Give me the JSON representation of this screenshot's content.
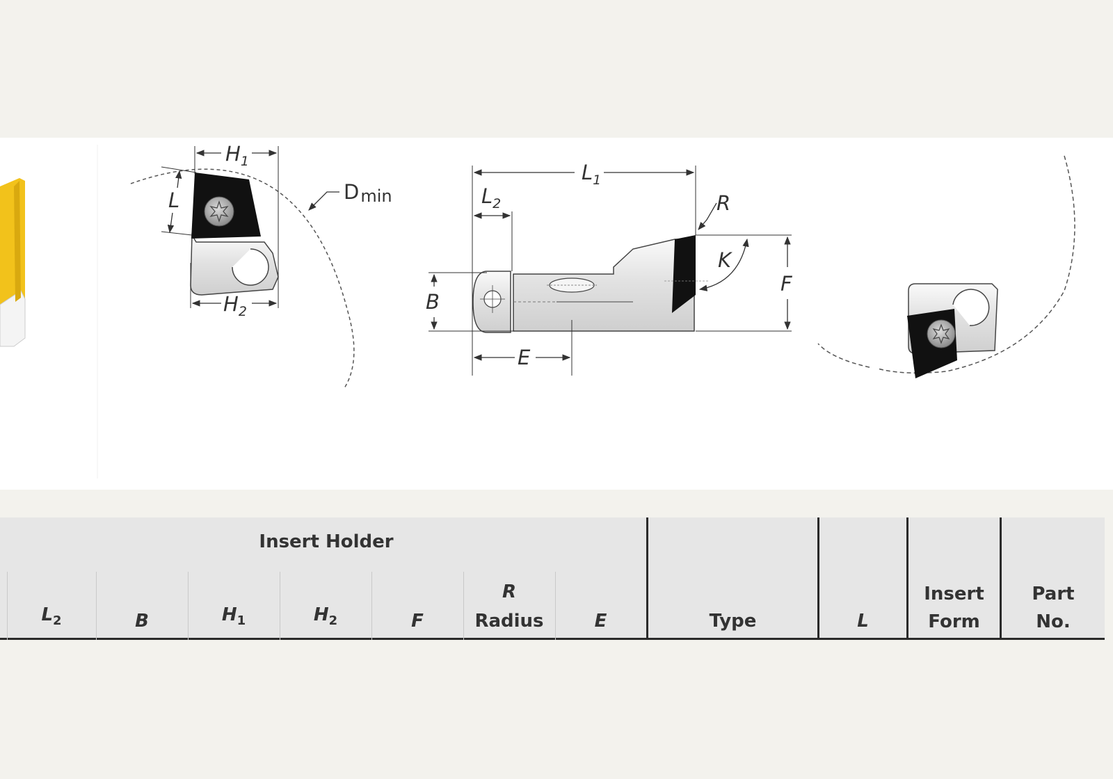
{
  "diagram": {
    "dimension_labels": {
      "H1": {
        "letter": "H",
        "sub": "1"
      },
      "L_side": {
        "letter": "L"
      },
      "Dmin": {
        "letter": "D",
        "sub": "min"
      },
      "H2": {
        "letter": "H",
        "sub": "2"
      },
      "L1": {
        "letter": "L",
        "sub": "1"
      },
      "L2": {
        "letter": "L",
        "sub": "2"
      },
      "R": {
        "letter": "R"
      },
      "K": {
        "letter": "K"
      },
      "F": {
        "letter": "F"
      },
      "B": {
        "letter": "B"
      },
      "E": {
        "letter": "E"
      }
    },
    "colors": {
      "insert": "#111111",
      "body": "#e4e4e4",
      "line": "#333333",
      "accent_yellow": "#f2c21b"
    }
  },
  "table": {
    "group_title": "Insert Holder",
    "columns": [
      {
        "var": "L",
        "sub": "2",
        "text": ""
      },
      {
        "var": "B",
        "sub": "",
        "text": ""
      },
      {
        "var": "H",
        "sub": "1",
        "text": ""
      },
      {
        "var": "H",
        "sub": "2",
        "text": ""
      },
      {
        "var": "F",
        "sub": "",
        "text": ""
      },
      {
        "var": "R",
        "sub": "",
        "text": "Radius"
      },
      {
        "var": "E",
        "sub": "",
        "text": ""
      },
      {
        "var": "",
        "sub": "",
        "text": "Type"
      },
      {
        "var": "L",
        "sub": "",
        "text": ""
      },
      {
        "var": "",
        "sub": "",
        "text": "Insert Form"
      },
      {
        "var": "",
        "sub": "",
        "text": "Part No."
      }
    ]
  }
}
